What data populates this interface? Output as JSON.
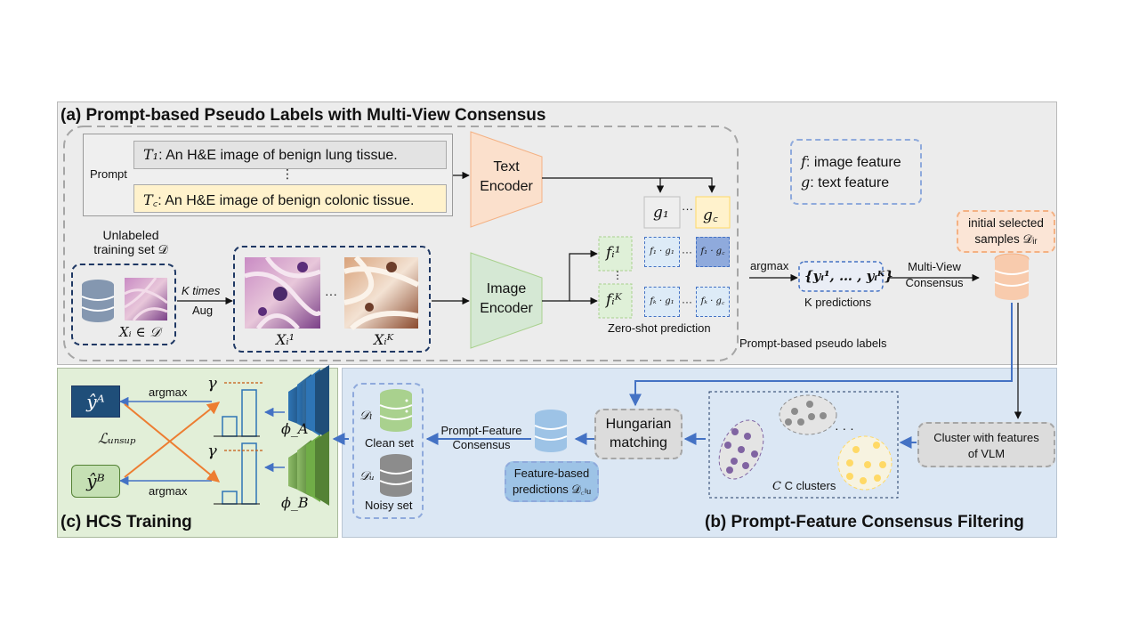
{
  "panels": {
    "a_title": "(a) Prompt-based Pseudo Labels with Multi-View Consensus",
    "b_title": "(b) Prompt-Feature Consensus Filtering",
    "c_title": "(c) HCS Training"
  },
  "panel_a": {
    "prompt_label": "Prompt",
    "t1_symbol": "T₁",
    "t1_text": ": An H&E image of benign lung tissue.",
    "vdots": "⋮",
    "tc_symbol": "T꜀",
    "tc_text": ": An H&E image of benign colonic tissue.",
    "text_encoder": "Text Encoder",
    "image_encoder": "Image Encoder",
    "legend_f": ": image feature",
    "legend_g": ": text feature",
    "legend_f_sym": "f",
    "legend_g_sym": "g",
    "unlabeled_line1": "Unlabeled",
    "unlabeled_line2": "training set 𝒟",
    "xi_in_d": "Xᵢ ∈ 𝒟",
    "k_times": "K times",
    "aug": "Aug",
    "xi1": "Xᵢ¹",
    "xik": "Xᵢᴷ",
    "ellipsis": "···",
    "g1": "g₁",
    "gc": "g꜀",
    "fi1": "fᵢ¹",
    "fik": "fᵢᴷ",
    "f1g1": "f₁ · g₁",
    "f1gc": "f₁ · g꜀",
    "fkg1": "fₖ · g₁",
    "fkgc": "fₖ · g꜀",
    "zero_shot": "Zero-shot prediction",
    "argmax": "argmax",
    "y_set": "{yᵢ¹, … , yᵢᴷ}",
    "k_predictions": "K predictions",
    "multi_view_1": "Multi-View",
    "multi_view_2": "Consensus",
    "prompt_pseudo": "Prompt-based  pseudo labels",
    "initial_1": "initial selected",
    "initial_2": "samples 𝒟ᵢᵣ"
  },
  "panel_b": {
    "cluster_features_1": "Cluster with features",
    "cluster_features_2": "of  VLM",
    "c_clusters": "C clusters",
    "hungarian_1": "Hungarian",
    "hungarian_2": "matching",
    "feature_based_1": "Feature-based",
    "feature_based_2": "predictions 𝒟꜀ₗᵤ",
    "prompt_feature_1": "Prompt-Feature",
    "prompt_feature_2": "Consensus",
    "dl": "𝒟ₗ",
    "clean_set": "Clean set",
    "du": "𝒟ᵤ",
    "noisy_set": "Noisy set"
  },
  "panel_c": {
    "ya": "ŷᴬ",
    "yb": "ŷᴮ",
    "argmax_top": "argmax",
    "argmax_bottom": "argmax",
    "gamma_top": "γ",
    "gamma_bottom": "γ",
    "l_unsup": "ℒᵤₙₛᵤₚ",
    "phi_a": "ϕ_A",
    "phi_b": "ϕ_B"
  },
  "colors": {
    "panel_a_bg": "#ececec",
    "panel_b_bg": "#dbe7f4",
    "panel_c_bg": "#e2efd8",
    "text_encoder": "#fbe0cc",
    "image_encoder": "#d5e8d4",
    "arrow_blue": "#4472c4",
    "orange": "#ed7d31",
    "purple_cluster": "#8064a2",
    "grey_cluster": "#8c8c8c",
    "yellow_cluster": "#ffd966"
  }
}
